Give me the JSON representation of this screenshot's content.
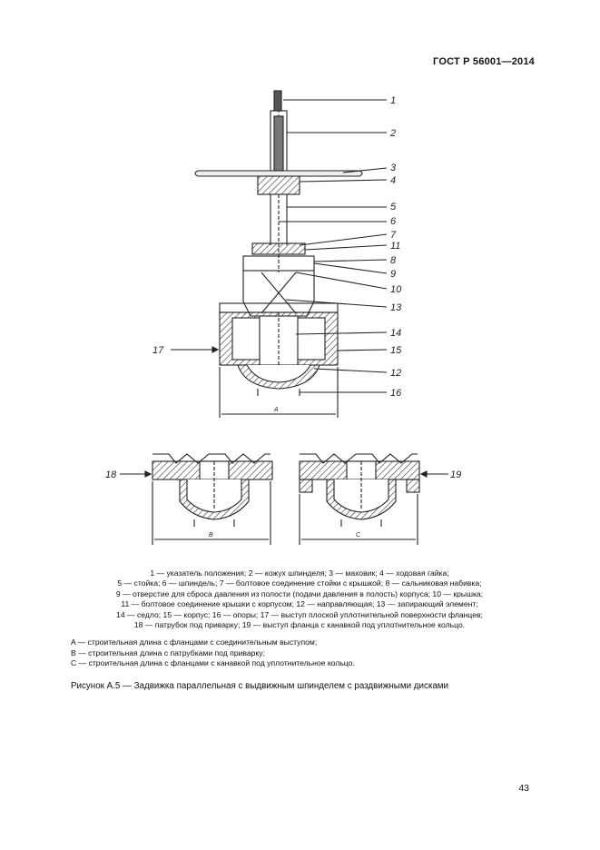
{
  "header": {
    "doc_id": "ГОСТ Р 56001—2014"
  },
  "callouts": {
    "main": [
      "1",
      "2",
      "3",
      "4",
      "5",
      "6",
      "7",
      "11",
      "8",
      "9",
      "10",
      "13",
      "14",
      "15",
      "12",
      "16"
    ],
    "left": "17",
    "detail_b": "18",
    "detail_c": "19"
  },
  "dimensions": {
    "a": "A",
    "b": "B",
    "c": "C"
  },
  "legend": {
    "line1": "1 — указатель положения; 2 — кожух шпинделя; 3 — маховик; 4 — ходовая гайка;",
    "line2": "5 — стойка; 6 — шпиндель; 7 — болтовое соединение стойки с крышкой; 8 — сальниковая набивка;",
    "line3": "9 — отверстие для сброса давления из полости (подачи давления в полость) корпуса; 10 — крышка;",
    "line4": "11 — болтовое соединение крышки с корпусом; 12 — направляющая; 13 — запирающий элемент;",
    "line5": "14 — седло; 15 — корпус; 16 — опоры; 17 — выступ плоской уплотнительной поверхности фланцев;",
    "line6": "18 — патрубок под приварку; 19 — выступ фланца с канавкой под уплотнительное кольцо."
  },
  "notes": {
    "a": "A — строительная длина с фланцами с соединительным выступом;",
    "b": "B — строительная длина с патрубками под приварку;",
    "c": "C — строительная длина с фланцами с канавкой под уплотнительное кольцо."
  },
  "caption": "Рисунок А.5 — Задвижка параллельная с выдвижным шпинделем с раздвижными дисками",
  "page_number": "43"
}
